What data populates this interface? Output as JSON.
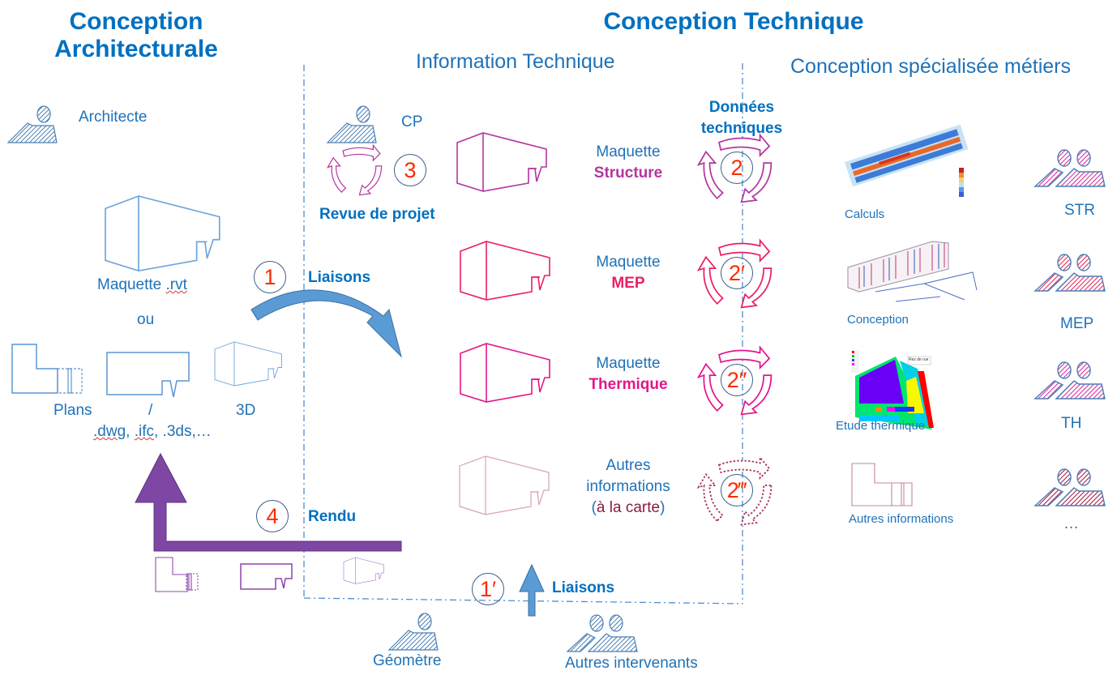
{
  "sections": {
    "architectural": {
      "title_line1": "Conception",
      "title_line2": "Architecturale"
    },
    "technical": {
      "title": "Conception Technique"
    },
    "info_technique": {
      "title": "Information Technique"
    },
    "specialised": {
      "title": "Conception spécialisée métiers"
    }
  },
  "actors": {
    "architecte": "Architecte",
    "cp": "CP",
    "geometre": "Géomètre",
    "autres_intervenants": "Autres intervenants"
  },
  "architectural_side": {
    "maquette_label": "Maquette ",
    "maquette_ext": ".rvt",
    "ou": "ou",
    "plans": "Plans",
    "slash": "/",
    "threeD": "3D",
    "formats": [
      ".dwg",
      ", ",
      ".ifc",
      ", .3ds,…"
    ]
  },
  "steps": {
    "s1": {
      "number": "1",
      "label": "Liaisons"
    },
    "s1prime": {
      "number": "1′",
      "label": "Liaisons"
    },
    "s3": {
      "number": "3",
      "label": "Revue de projet"
    },
    "s4": {
      "number": "4",
      "label": "Rendu"
    },
    "donnees": {
      "line1": "Données",
      "line2": "techniques"
    }
  },
  "maquettes": [
    {
      "line1": "Maquette",
      "line2": "Structure",
      "number": "2",
      "color": "#b4359f"
    },
    {
      "line1": "Maquette",
      "line2": "MEP",
      "number": "2′",
      "color": "#ea1f63"
    },
    {
      "line1": "Maquette",
      "line2": "Thermique",
      "number": "2″",
      "color": "#e5158a"
    },
    {
      "line1": "Autres",
      "line2": "informations",
      "line3_open": "(",
      "line3_mid": "à la carte",
      "line3_close": ")",
      "number": "2‴",
      "color": "#a7315a"
    }
  ],
  "specialised_items": [
    {
      "caption": "Calculs",
      "team": "STR"
    },
    {
      "caption": "Conception",
      "team": "MEP"
    },
    {
      "caption": "Etude thermique",
      "team": "TH",
      "image_label": "Rez de rue"
    },
    {
      "caption": "Autres informations",
      "team": "…"
    }
  ],
  "colors": {
    "blue_text": "#1f72b8",
    "title_blue": "#0070c0",
    "step_number": "#ff2a00",
    "arrow_blue": "#5b9bd5",
    "arrow_purple": "#7e47a3",
    "person_blue": "#4a7fb5",
    "person_magenta": "#d33fb0"
  }
}
